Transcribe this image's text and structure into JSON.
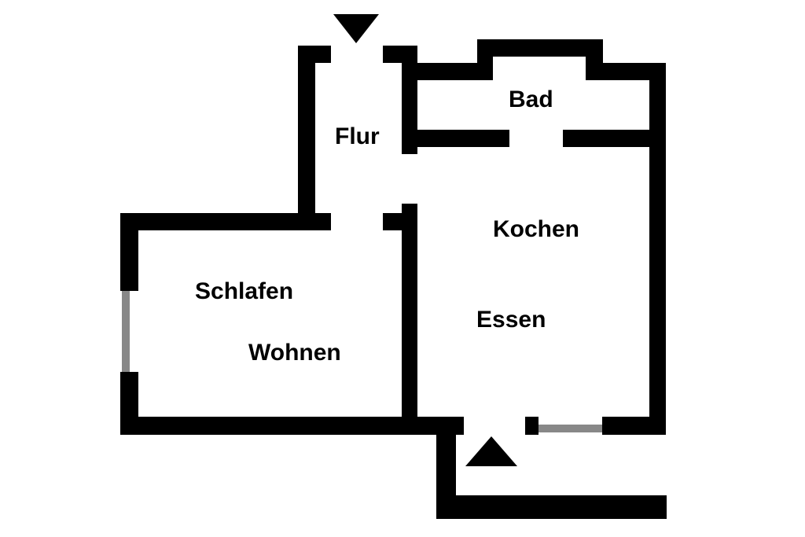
{
  "floorplan": {
    "rooms": {
      "bad": "Bad",
      "flur": "Flur",
      "kochen": "Kochen",
      "schlafen": "Schlafen",
      "essen": "Essen",
      "wohnen": "Wohnen"
    },
    "colors": {
      "wall": "#000000",
      "window": "#888888",
      "background": "#ffffff"
    },
    "icons": {
      "entrance_top": "arrow-down-triangle-icon",
      "entrance_bottom": "arrow-up-triangle-icon"
    }
  }
}
